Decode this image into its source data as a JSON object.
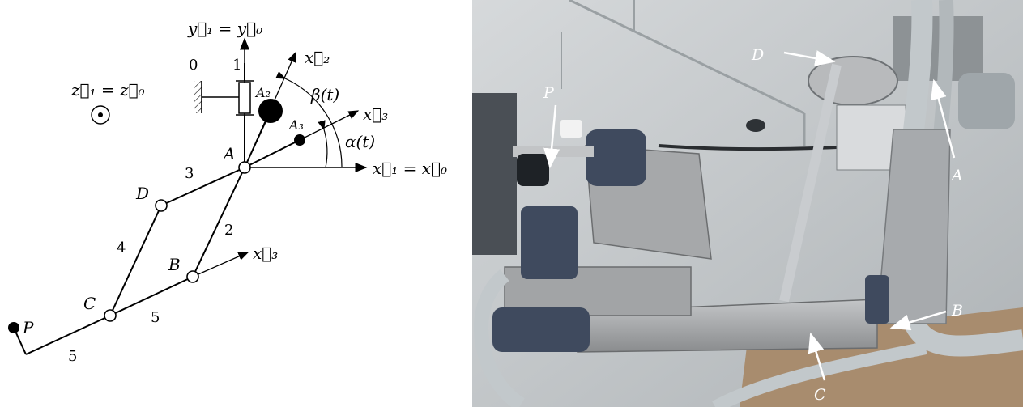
{
  "diagram": {
    "labels": {
      "y_axis": "y⃗₁ = y⃗₀",
      "x_axis": "x⃗₁ = x⃗₀",
      "z_axis": "z⃗₁ = z⃗₀",
      "x2": "x⃗₂",
      "x3_upper": "x⃗₃",
      "x3_lower": "x⃗₃",
      "beta": "β(t)",
      "alpha": "α(t)",
      "A": "A",
      "A2": "A₂",
      "A3": "A₃",
      "B": "B",
      "C": "C",
      "D": "D",
      "P": "P",
      "ground": "0"
    },
    "link_numbers": {
      "l1": "1",
      "l2": "2",
      "l3": "3",
      "l4": "4",
      "l5_upper": "5",
      "l5_lower": "5"
    }
  },
  "photo": {
    "labels": {
      "D": "D",
      "P": "P",
      "A": "A",
      "B": "B",
      "C": "C"
    },
    "colors": {
      "background": "#c9cdd0",
      "arm": "#a8aaac",
      "blue_part": "#3f4a5e",
      "cable": "#bfc5c8",
      "floor": "#a88c6e"
    }
  }
}
